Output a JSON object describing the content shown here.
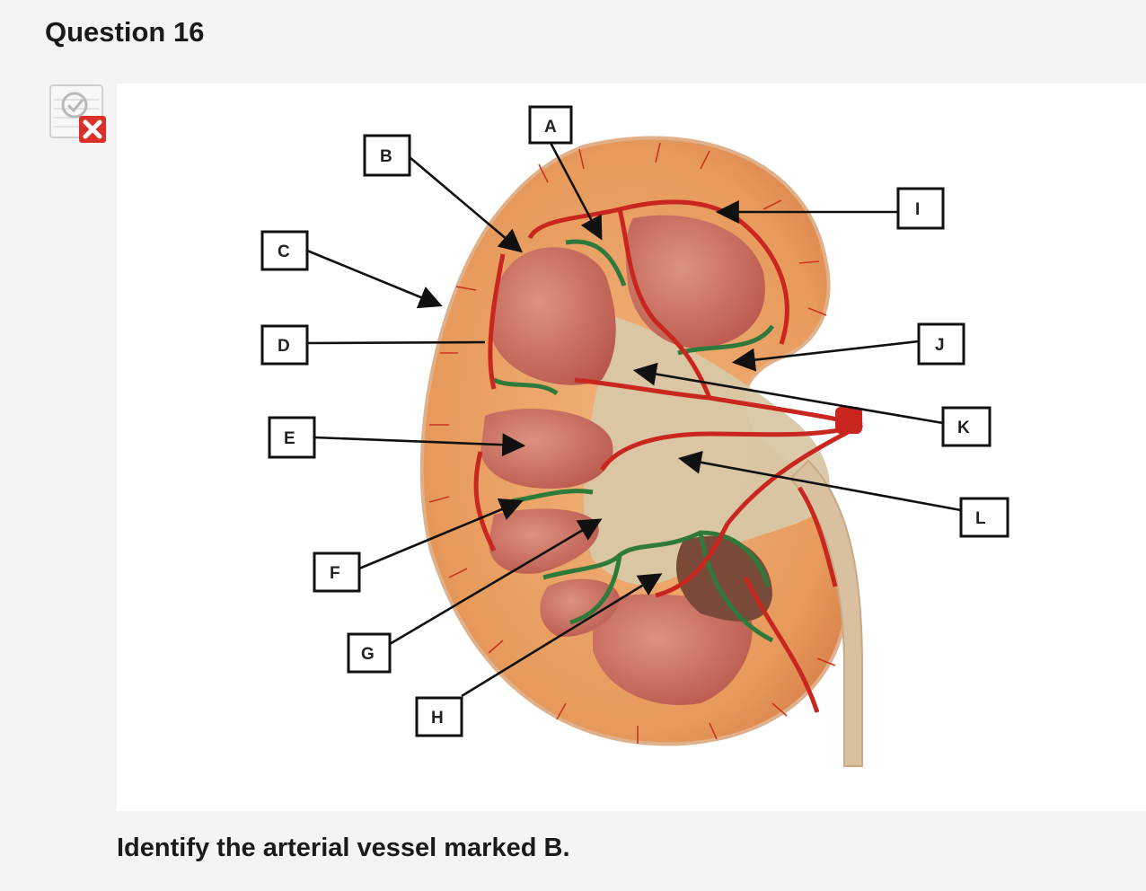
{
  "question": {
    "title": "Question 16",
    "status_icon": "incorrect-answer-icon",
    "prompt": "Identify the arterial vessel marked B."
  },
  "figure": {
    "subject": "kidney",
    "labels": [
      "A",
      "B",
      "C",
      "D",
      "E",
      "F",
      "G",
      "H",
      "I",
      "J",
      "K",
      "L"
    ]
  },
  "colors": {
    "page_bg": "#f4f4f4",
    "panel_bg": "#ffffff",
    "cortex": "#e79a5c",
    "medulla": "#c9705f",
    "artery": "#c8261f",
    "vein": "#2f7a3a",
    "sinus": "#d8c7a5",
    "error_red": "#d9302a"
  }
}
